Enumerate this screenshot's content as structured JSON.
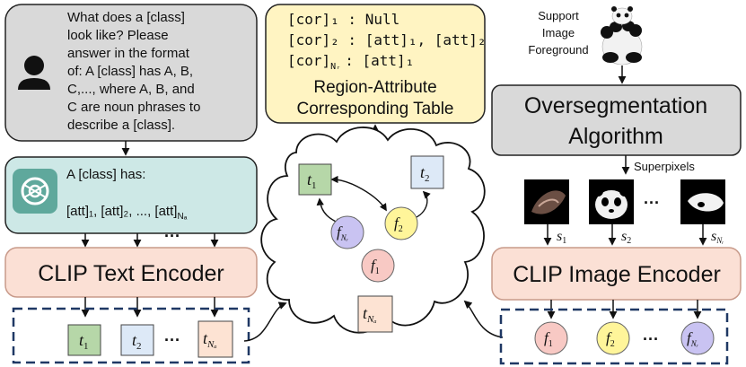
{
  "prompt": {
    "lines": [
      "What does a [class]",
      "look like? Please",
      "answer in the format",
      "of: A [class] has A, B,",
      "C,..., where A, B, and",
      "C are noun phrases to",
      "describe a [class]."
    ]
  },
  "llm_answer": {
    "line1": "A [class] has:",
    "line2": "[att]₁, [att]₂, ..., [att]",
    "line2_sub": "Nₐ"
  },
  "text_encoder": {
    "label": "CLIP Text Encoder"
  },
  "text_tokens": {
    "t1": "t",
    "t1_sub": "1",
    "t2": "t",
    "t2_sub": "2",
    "ellipsis": "···",
    "tn": "t",
    "tn_sub": "Nₐ"
  },
  "table": {
    "row1": "[cor]₁ : Null",
    "row2": "[cor]₂ : [att]₁, [att]₂",
    "row3_a": "[cor]",
    "row3_sub": "Nᵣ",
    "row3_b": ": [att]₁",
    "caption1": "Region-Attribute",
    "caption2": "Corresponding Table"
  },
  "cloud_nodes": {
    "t1": "t",
    "t1_sub": "1",
    "t2": "t",
    "t2_sub": "2",
    "fnr": "f",
    "fnr_sub": "Nᵣ",
    "f2": "f",
    "f2_sub": "2",
    "f1": "f",
    "f1_sub": "1",
    "tna": "t",
    "tna_sub": "Nₐ"
  },
  "support": {
    "line1": "Support",
    "line2": "Image",
    "line3": "Foreground"
  },
  "overseg": {
    "line1": "Oversegmentation",
    "line2": "Algorithm"
  },
  "superpixels": {
    "label": "Superpixels",
    "s1": "s",
    "s1_sub": "1",
    "s2": "s",
    "s2_sub": "2",
    "sn": "s",
    "sn_sub": "Nᵣ",
    "ellipsis": "···"
  },
  "image_encoder": {
    "label": "CLIP Image Encoder"
  },
  "image_tokens": {
    "f1": "f",
    "f1_sub": "1",
    "f2": "f",
    "f2_sub": "2",
    "ellipsis": "···",
    "fn": "f",
    "fn_sub": "Nᵣ"
  },
  "text_arrows_ellipsis": "···",
  "colors": {
    "prompt_bg": "#d9d9d9",
    "llm_bg": "#cde8e6",
    "llm_logo": "#5fa89c",
    "encoder_bg": "#fbe0d5",
    "encoder_border": "#c89a8a",
    "table_bg": "#fff4c2",
    "overseg_bg": "#d9d9d9",
    "token_green": "#b6d7a8",
    "token_blue": "#dde9f7",
    "token_peach": "#fde3d3",
    "node_purple": "#c9c3f2",
    "node_yellow": "#fff59a",
    "node_pink": "#f8c9c4",
    "dash_border": "#1f3864"
  }
}
